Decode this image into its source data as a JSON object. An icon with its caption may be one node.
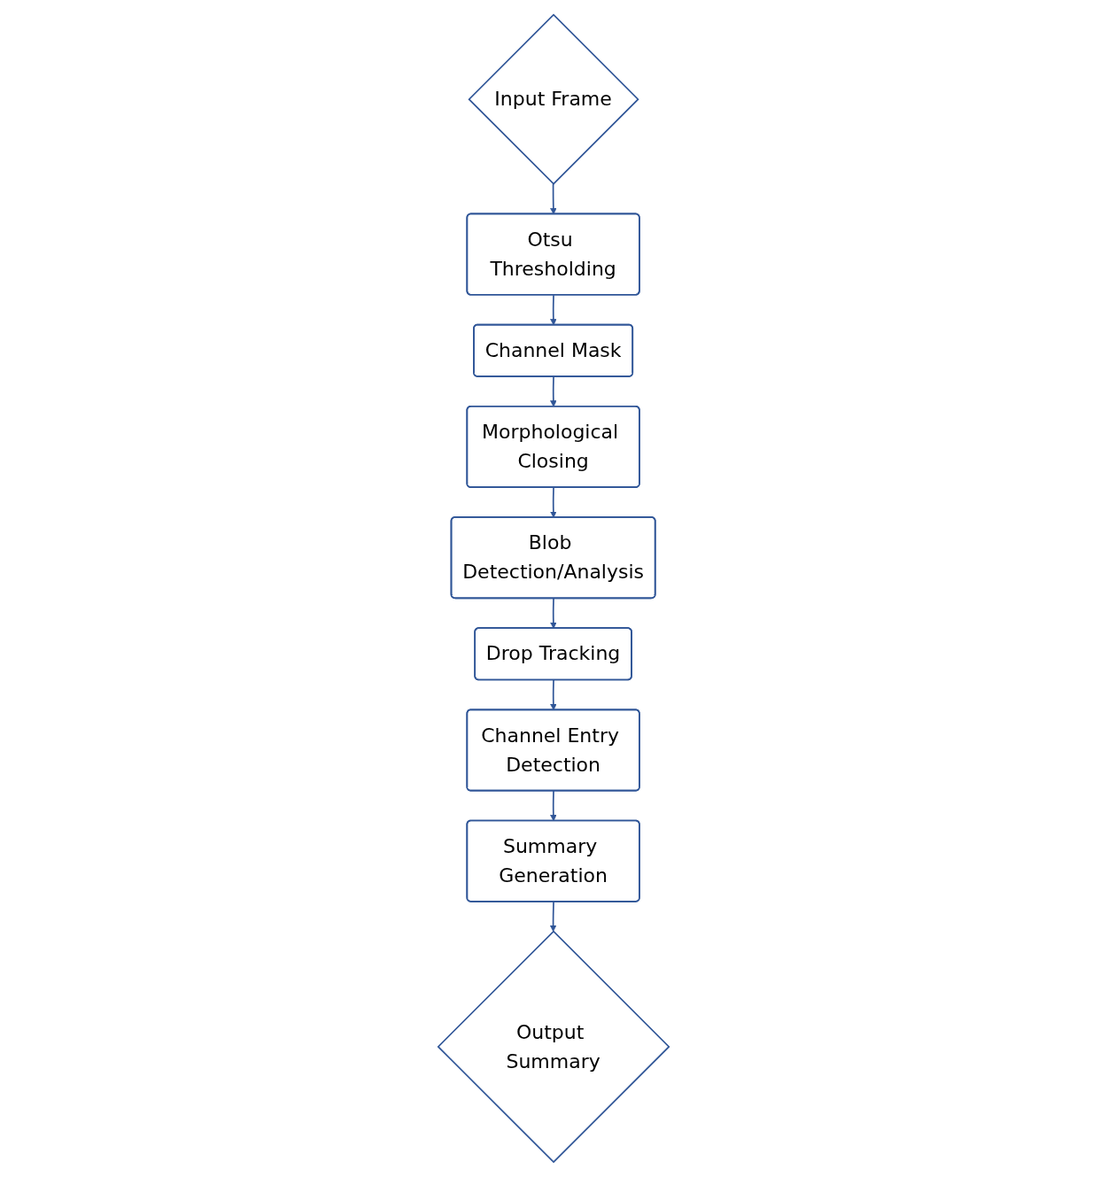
{
  "diagram": {
    "nodes": [
      {
        "text": [
          "Input Frame"
        ]
      },
      {
        "text": [
          "Otsu Thresholding"
        ]
      },
      {
        "text": [
          "Channel Mask"
        ]
      },
      {
        "text": [
          "Morphological Closing"
        ]
      },
      {
        "text": [
          "Blob Detection/Analysis"
        ]
      },
      {
        "text": [
          "Drop Tracking"
        ]
      },
      {
        "text": [
          "Channel Entry Detection"
        ]
      },
      {
        "text": [
          "Summary Generation"
        ]
      },
      {
        "text": [
          "Output Summary"
        ]
      }
    ],
    "edges": [
      {
        "from": 0,
        "to": 1,
        "arrow": "to"
      },
      {
        "from": 1,
        "to": 2,
        "arrow": "to"
      },
      {
        "from": 2,
        "to": 3,
        "arrow": "to"
      },
      {
        "from": 3,
        "to": 4,
        "arrow": "to"
      },
      {
        "from": 4,
        "to": 5,
        "arrow": "to"
      },
      {
        "from": 5,
        "to": 6,
        "arrow": "to"
      },
      {
        "from": 6,
        "to": 7,
        "arrow": "to"
      },
      {
        "from": 7,
        "to": 8,
        "arrow": "to"
      }
    ]
  }
}
